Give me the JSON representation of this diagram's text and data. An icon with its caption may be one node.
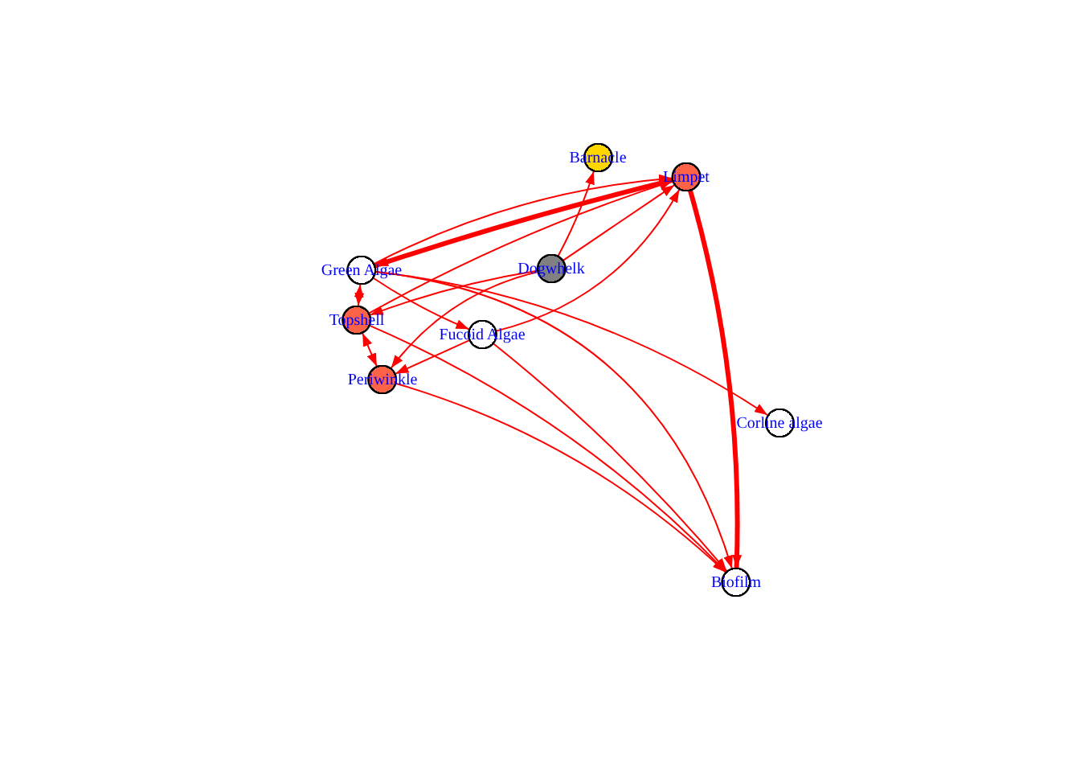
{
  "diagram": {
    "nodes": [
      {
        "text": [
          "Barnacle"
        ]
      },
      {
        "text": [
          "Limpet"
        ]
      },
      {
        "text": [
          "Green Algae"
        ]
      },
      {
        "text": [
          "Dogwhelk"
        ]
      },
      {
        "text": [
          "Topshell"
        ]
      },
      {
        "text": [
          "Fucoid Algae"
        ]
      },
      {
        "text": [
          "Periwinkle"
        ]
      },
      {
        "text": [
          "Corline algae"
        ]
      },
      {
        "text": [
          "Biofilm"
        ]
      }
    ],
    "edges": [
      {
        "from": 3,
        "to": 0,
        "arrow": "to"
      },
      {
        "from": 1,
        "to": 8,
        "arrow": "to",
        "style": "thick"
      },
      {
        "from": 1,
        "to": 2,
        "arrow": "both",
        "style": "thick"
      },
      {
        "from": 2,
        "to": 1,
        "arrow": "to"
      },
      {
        "from": 4,
        "to": 1,
        "arrow": "to"
      },
      {
        "from": 5,
        "to": 1,
        "arrow": "to"
      },
      {
        "from": 3,
        "to": 1,
        "arrow": "to"
      },
      {
        "from": 3,
        "to": 4,
        "arrow": "to"
      },
      {
        "from": 3,
        "to": 6,
        "arrow": "to"
      },
      {
        "from": 2,
        "to": 4,
        "arrow": "both"
      },
      {
        "from": 4,
        "to": 6,
        "arrow": "both"
      },
      {
        "from": 2,
        "to": 5,
        "arrow": "to"
      },
      {
        "from": 5,
        "to": 6,
        "arrow": "to"
      },
      {
        "from": 2,
        "to": 7,
        "arrow": "to"
      },
      {
        "from": 2,
        "to": 8,
        "arrow": "to"
      },
      {
        "from": 4,
        "to": 8,
        "arrow": "to"
      },
      {
        "from": 5,
        "to": 8,
        "arrow": "to"
      },
      {
        "from": 6,
        "to": 8,
        "arrow": "to"
      }
    ]
  }
}
